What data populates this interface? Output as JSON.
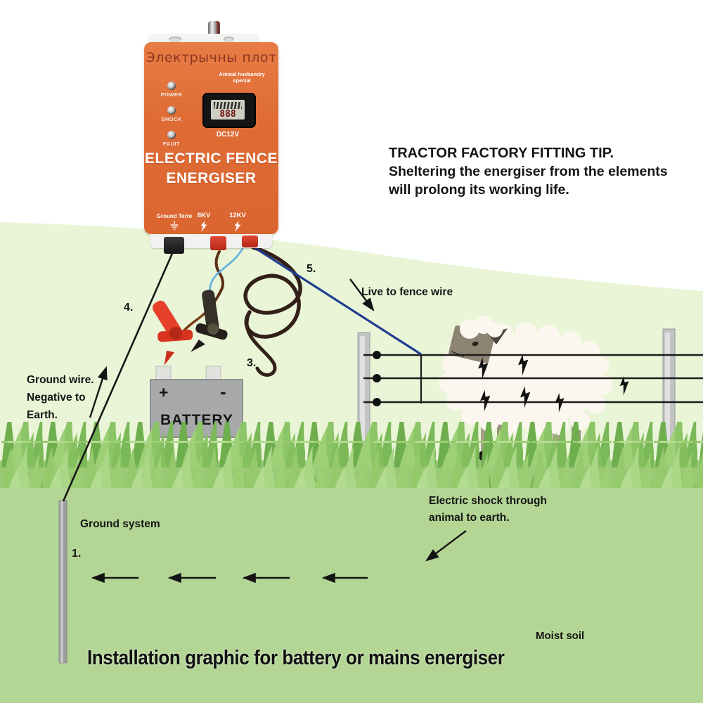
{
  "device": {
    "title": "Электрычны плот",
    "subtitle_lines": [
      "Animal husbandry",
      "special"
    ],
    "indicators": [
      "POWER",
      "SHOCK",
      "FAUIT"
    ],
    "display_digits": "888",
    "dc_label": "DC12V",
    "name_lines": [
      "ELECTRIC FENCE",
      "ENERGISER"
    ],
    "terminal_labels": [
      "Ground Terre",
      "8KV",
      "12KV"
    ]
  },
  "tip_lines": [
    "TRACTOR FACTORY FITTING TIP.",
    "Sheltering the energiser from the elements",
    "will prolong its working life."
  ],
  "battery": {
    "plus": "+",
    "minus": "-",
    "label": "BATTERY"
  },
  "steps": {
    "one": "1.",
    "three": "3.",
    "four": "4.",
    "five": "5."
  },
  "annotations": {
    "live_wire": "Live to fence wire",
    "ground_wire_lines": [
      "Ground wire.",
      "Negative to",
      "Earth."
    ],
    "ground_system": "Ground system",
    "shock_lines": [
      "Electric shock through",
      "animal to earth."
    ],
    "moist_soil": "Moist soil",
    "caption": "Installation graphic for battery or mains energiser"
  },
  "colors": {
    "device_orange": "#e06a35",
    "sky_green": "#eaf5d8",
    "soil_green": "#b4d695",
    "grass_green": "#76b356",
    "live_wire_blue": "#1f3e8e",
    "battery_gray": "#a7a9ab",
    "clip_red": "#e23c26",
    "text_black": "#141414"
  }
}
